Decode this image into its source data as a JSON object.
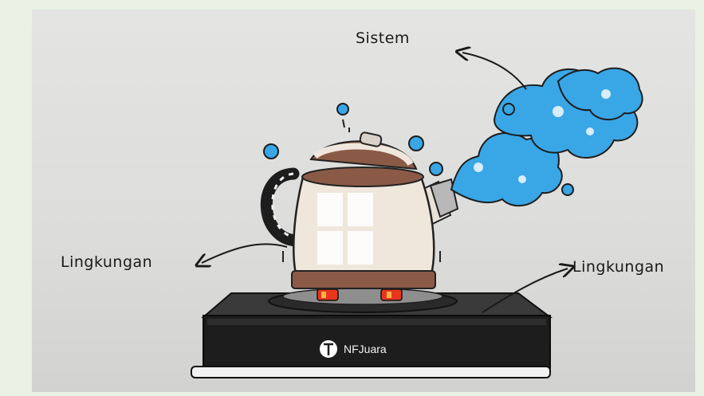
{
  "labels": {
    "system": "Sistem",
    "environment_left": "Lingkungan",
    "environment_right": "Lingkungan"
  },
  "stove": {
    "brand": "NFJuara"
  },
  "colors": {
    "background": "#e9f2e4",
    "steam": "#39a6e6",
    "stove": "#1d1d1d",
    "flame": "#e8361c",
    "kettle_body": "#efe6dc",
    "kettle_trim": "#8a5a46"
  }
}
